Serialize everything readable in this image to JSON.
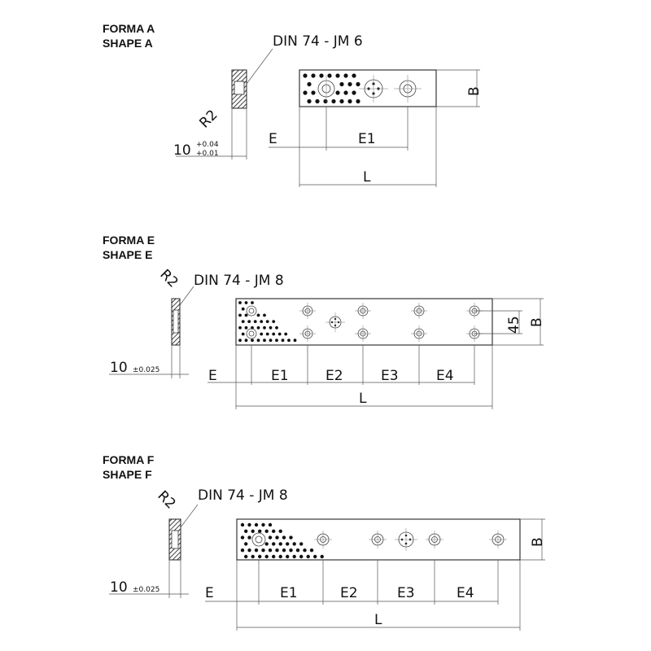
{
  "shapes": {
    "a": {
      "title1": "FORMA A",
      "title2": "SHAPE A",
      "din": "DIN 74 - JM 6",
      "radius": "R2",
      "thickness": "10",
      "tol_upper": "+0.04",
      "tol_lower": "+0.01",
      "dim_e": "E",
      "dim_e1": "E1",
      "dim_l": "L",
      "dim_b": "B"
    },
    "e": {
      "title1": "FORMA E",
      "title2": "SHAPE E",
      "din": "DIN 74 - JM 8",
      "radius": "R2",
      "thickness": "10",
      "tol": "±0.025",
      "dim_e": "E",
      "dim_e1": "E1",
      "dim_e2": "E2",
      "dim_e3": "E3",
      "dim_e4": "E4",
      "dim_l": "L",
      "dim_45": "45",
      "dim_b": "B"
    },
    "f": {
      "title1": "FORMA F",
      "title2": "SHAPE F",
      "din": "DIN 74 - JM 8",
      "radius": "R2",
      "thickness": "10",
      "tol": "±0.025",
      "dim_e": "E",
      "dim_e1": "E1",
      "dim_e2": "E2",
      "dim_e3": "E3",
      "dim_e4": "E4",
      "dim_l": "L",
      "dim_b": "B"
    }
  }
}
